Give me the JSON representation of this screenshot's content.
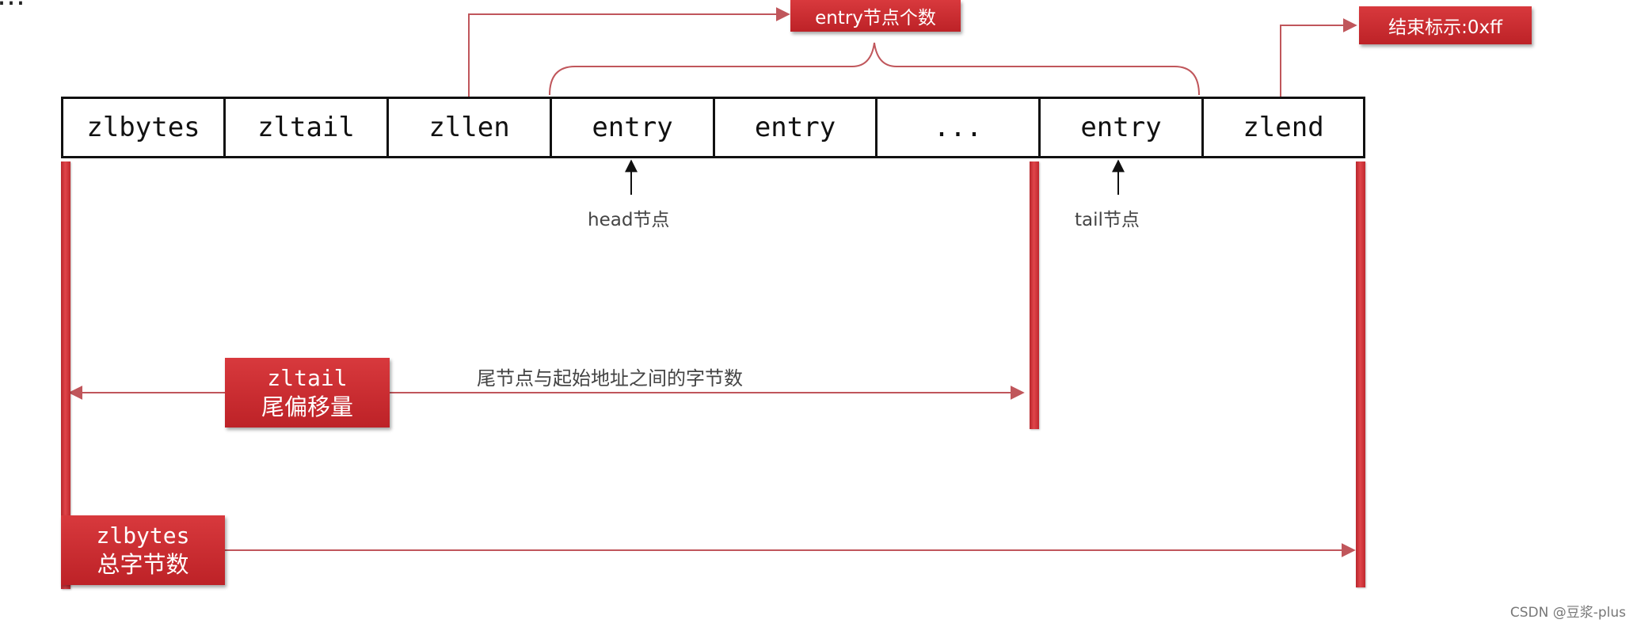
{
  "top_fragment": "…",
  "fields": [
    "zlbytes",
    "zltail",
    "zllen",
    "entry",
    "entry",
    "...",
    "entry",
    "zlend"
  ],
  "labels": {
    "entry_count": "entry节点个数",
    "end_marker": "结束标示:0xff",
    "head_node": "head节点",
    "tail_node": "tail节点",
    "tail_offset_desc": "尾节点与起始地址之间的字节数",
    "zltail_tag_line1": "zltail",
    "zltail_tag_line2": "尾偏移量",
    "zlbytes_tag_line1": "zlbytes",
    "zlbytes_tag_line2": "总字节数"
  },
  "watermark": "CSDN @豆浆-plus",
  "colors": {
    "accent": "#c9292e",
    "line": "#c0565b",
    "border": "#111111"
  }
}
